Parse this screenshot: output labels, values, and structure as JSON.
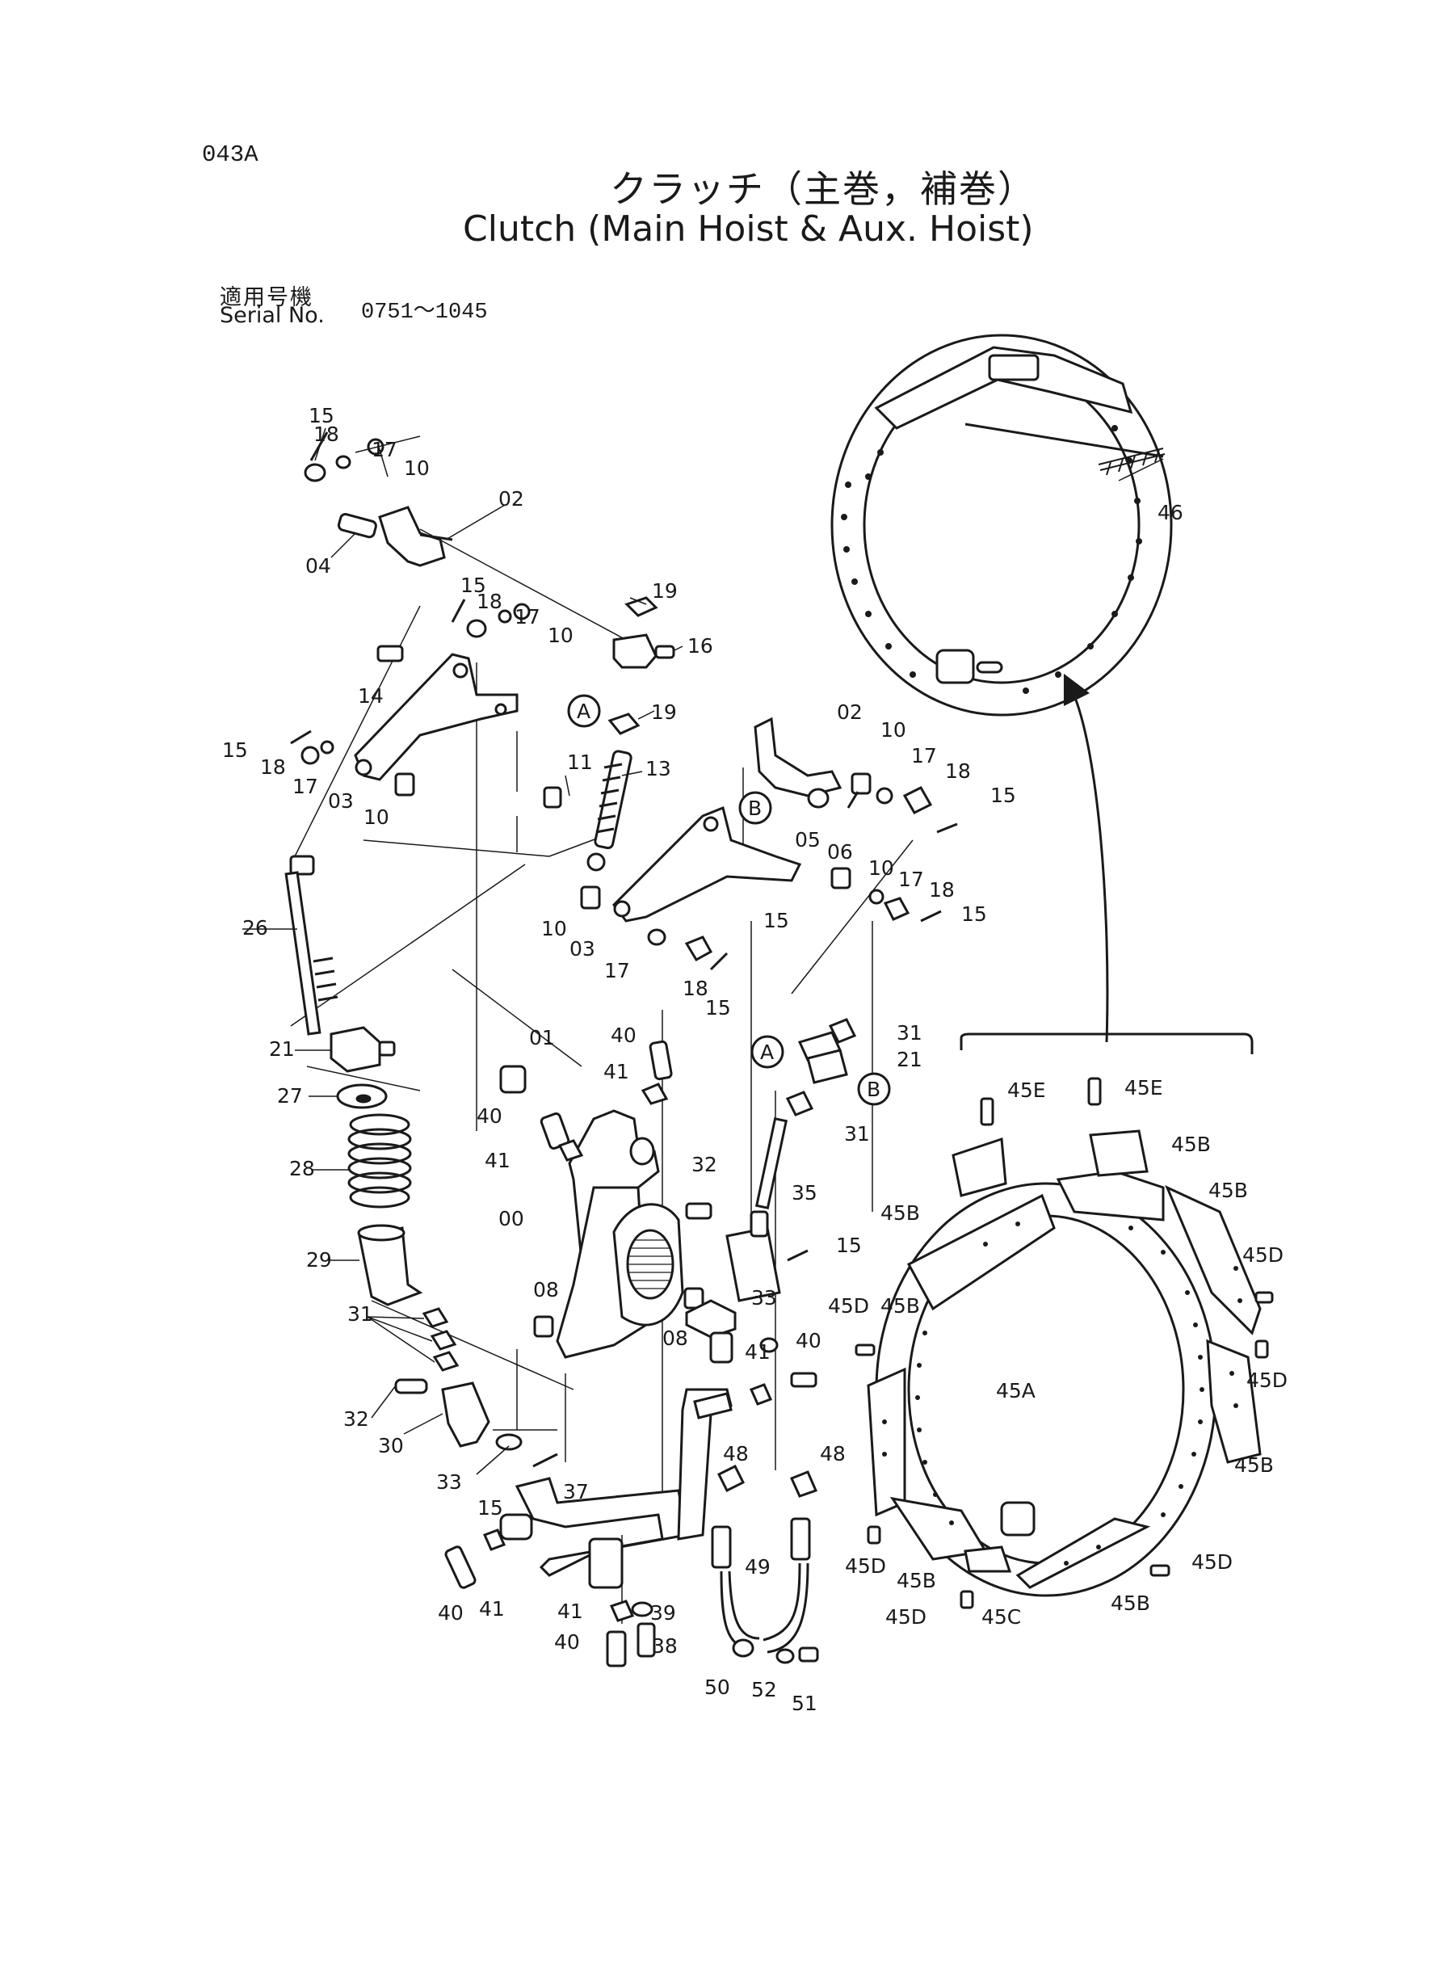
{
  "header": {
    "page_code": "043A",
    "title_ja": "クラッチ（主巻，補巻）",
    "title_en": "Clutch (Main Hoist & Aux. Hoist)",
    "serial_label_ja": "適用号機",
    "serial_label_en": "Serial No.",
    "serial_range": "0751～1045"
  },
  "callouts": {
    "c00": "00",
    "c01": "01",
    "c02a": "02",
    "c02b": "02",
    "c03a": "03",
    "c03b": "03",
    "c04": "04",
    "c05": "05",
    "c06": "06",
    "c08a": "08",
    "c08b": "08",
    "c10a": "10",
    "c10b": "10",
    "c10c": "10",
    "c10d": "10",
    "c10e": "10",
    "c10f": "10",
    "c11": "11",
    "c13": "13",
    "c14": "14",
    "c15a": "15",
    "c15b": "15",
    "c15c": "15",
    "c15d": "15",
    "c15e": "15",
    "c15f": "15",
    "c15g": "15",
    "c15h": "15",
    "c15i": "15",
    "c16": "16",
    "c17a": "17",
    "c17b": "17",
    "c17c": "17",
    "c17d": "17",
    "c17e": "17",
    "c17f": "17",
    "c18a": "18",
    "c18b": "18",
    "c18c": "18",
    "c18d": "18",
    "c18e": "18",
    "c18f": "18",
    "c19a": "19",
    "c19b": "19",
    "c21a": "21",
    "c21b": "21",
    "c26": "26",
    "c27": "27",
    "c28": "28",
    "c29": "29",
    "c30": "30",
    "c31a": "31",
    "c31b": "31",
    "c31c": "31",
    "c32a": "32",
    "c32b": "32",
    "c33a": "33",
    "c33b": "33",
    "c35": "35",
    "c37": "37",
    "c38": "38",
    "c39": "39",
    "c40a": "40",
    "c40b": "40",
    "c40c": "40",
    "c40d": "40",
    "c40e": "40",
    "c41a": "41",
    "c41b": "41",
    "c41c": "41",
    "c41d": "41",
    "c41e": "41",
    "c45a": "45A",
    "c45b1": "45B",
    "c45b2": "45B",
    "c45b3": "45B",
    "c45b4": "45B",
    "c45b5": "45B",
    "c45b6": "45B",
    "c45b7": "45B",
    "c45c": "45C",
    "c45d1": "45D",
    "c45d2": "45D",
    "c45d3": "45D",
    "c45d4": "45D",
    "c45d5": "45D",
    "c45d6": "45D",
    "c45e1": "45E",
    "c45e2": "45E",
    "c46": "46",
    "c48a": "48",
    "c48b": "48",
    "c49": "49",
    "c50": "50",
    "c51": "51",
    "c52": "52",
    "refA1": "A",
    "refA2": "A",
    "refB1": "B",
    "refB2": "B"
  }
}
